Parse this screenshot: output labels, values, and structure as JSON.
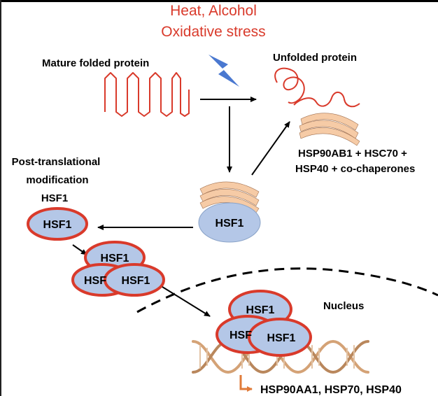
{
  "stress": {
    "line1": "Heat, Alcohol",
    "line2": "Oxidative stress"
  },
  "labels": {
    "mature": "Mature folded protein",
    "unfolded": "Unfolded protein",
    "chaperones_line1": "HSP90AB1 + HSC70 +",
    "chaperones_line2": "HSP40 + co-chaperones",
    "ptm_line1": "Post-translational",
    "ptm_line2": "modification",
    "ptm_line3": "HSF1",
    "nucleus": "Nucleus",
    "targets": "HSP90AA1, HSP70, HSP40"
  },
  "hsf1": {
    "complex": "HSF1",
    "monomer": "HSF1",
    "trimer1_top": "HSF1",
    "trimer1_left": "HSF",
    "trimer1_right": "HSF1",
    "trimer2_top": "HSF1",
    "trimer2_left": "HSF",
    "trimer2_right": "HSF1"
  },
  "colors": {
    "stress_text": "#d93a2b",
    "protein_line": "#d93a2b",
    "lightning": "#4a78d0",
    "chaperone": "#f6cba6",
    "chaperone_outline": "#a07050",
    "hsf1_fill": "#b4c7e7",
    "hsf1_border": "#d93a2b",
    "dna": "#c8956a",
    "target_arrow": "#e07b39"
  },
  "icons": [
    "lightning-bolt-icon",
    "dna-helix-icon"
  ]
}
